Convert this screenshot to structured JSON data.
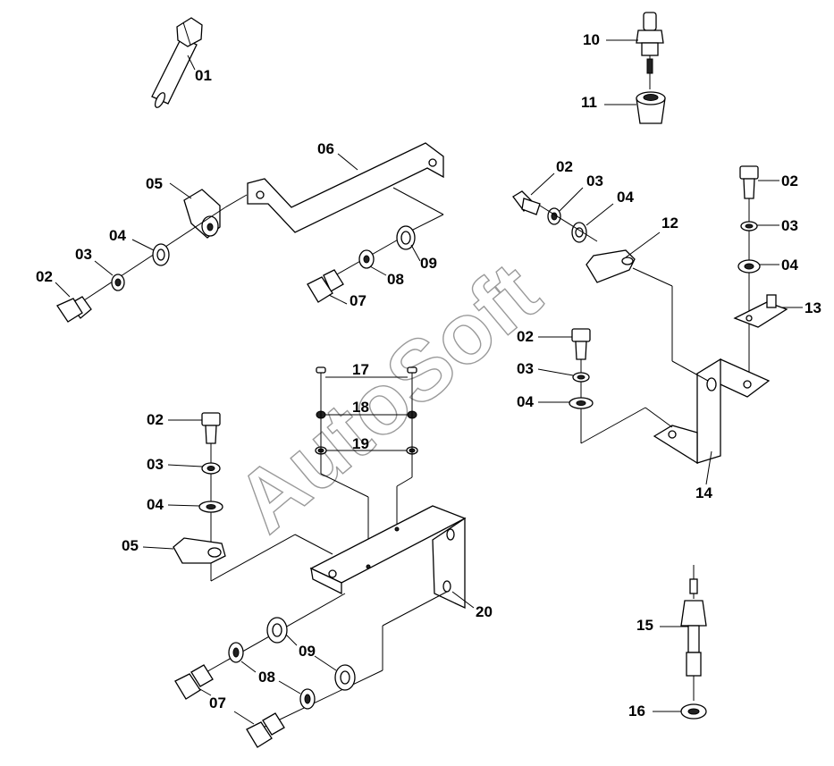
{
  "watermark": "AutoSoft",
  "labels": {
    "l01": "01",
    "l02a": "02",
    "l02b": "02",
    "l02c": "02",
    "l02d": "02",
    "l02e": "02",
    "l03a": "03",
    "l03b": "03",
    "l03c": "03",
    "l03d": "03",
    "l03e": "03",
    "l04a": "04",
    "l04b": "04",
    "l04c": "04",
    "l04d": "04",
    "l04e": "04",
    "l05a": "05",
    "l05b": "05",
    "l06": "06",
    "l07a": "07",
    "l07b": "07",
    "l08a": "08",
    "l08b": "08",
    "l09a": "09",
    "l09b": "09",
    "l10": "10",
    "l11": "11",
    "l12": "12",
    "l13": "13",
    "l14": "14",
    "l15": "15",
    "l16": "16",
    "l17": "17",
    "l18": "18",
    "l19": "19",
    "l20": "20"
  }
}
